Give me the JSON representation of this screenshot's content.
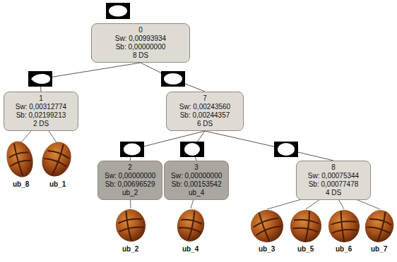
{
  "diagram": {
    "nodes": [
      {
        "text": [
          "0",
          "Sw: 0,00993934",
          "Sb: 0,00000000",
          "8 DS"
        ]
      },
      {
        "text": [
          "1",
          "Sw: 0,00312774",
          "Sb: 0,02199213",
          "2 DS"
        ]
      },
      {
        "text": [
          "7",
          "Sw: 0,00243560",
          "Sb: 0,00244357",
          "6 DS"
        ]
      },
      {
        "text": [
          "2",
          "Sw: 0,00000000",
          "Sb: 0,00696529",
          "ub_2"
        ]
      },
      {
        "text": [
          "3",
          "Sw: 0,00000000",
          "Sb: 0,00153542",
          "ub_4"
        ]
      },
      {
        "text": [
          "8",
          "Sw: 0,00075344",
          "Sb: 0,00077478",
          "4 DS"
        ]
      }
    ],
    "edges": [
      {
        "from": 0,
        "to": 1,
        "arrow": "none"
      },
      {
        "from": 0,
        "to": 2,
        "arrow": "none"
      },
      {
        "from": 2,
        "to": 3,
        "arrow": "none"
      },
      {
        "from": 2,
        "to": 4,
        "arrow": "none"
      },
      {
        "from": 2,
        "to": 5,
        "arrow": "none"
      }
    ],
    "labels": [
      "ub_8",
      "ub_1",
      "ub_2",
      "ub_4",
      "ub_3",
      "ub_5",
      "ub_6",
      "ub_7"
    ]
  }
}
